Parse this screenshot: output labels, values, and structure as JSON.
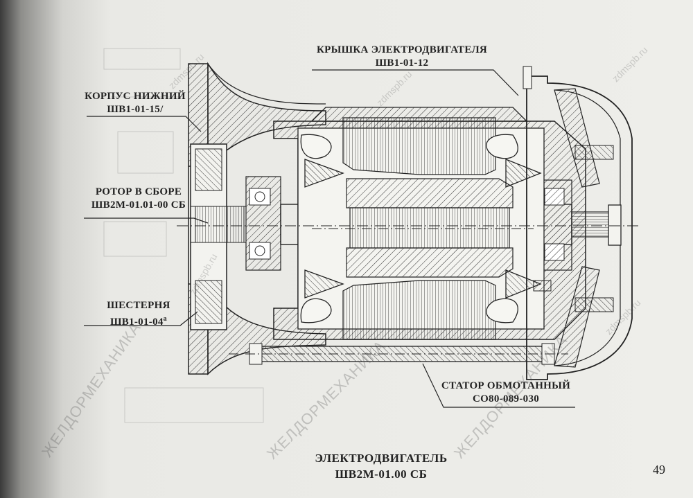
{
  "labels": {
    "cover": {
      "name": "КРЫШКА ЭЛЕКТРОДВИГАТЕЛЯ",
      "code": "ШВ1-01-12"
    },
    "housing": {
      "name": "КОРПУС НИЖНИЙ",
      "code": "ШВ1-01-15/"
    },
    "rotor": {
      "name": "РОТОР В СБОРЕ",
      "code": "ШВ2М-01.01-00 СБ"
    },
    "gear": {
      "name": "ШЕСТЕРНЯ",
      "code": "ШВ1-01-04",
      "code_sup": "а"
    },
    "stator": {
      "name": "СТАТОР ОБМОТАННЫЙ",
      "code": "СО80-089-030"
    }
  },
  "title": {
    "line1": "ЭЛЕКТРОДВИГАТЕЛЬ",
    "line2": "ШВ2М-01.00 СБ"
  },
  "page_number": "49",
  "watermarks": {
    "site": "zdmspb.ru",
    "name": "ЖЕЛДОРМЕХАНИКА"
  }
}
